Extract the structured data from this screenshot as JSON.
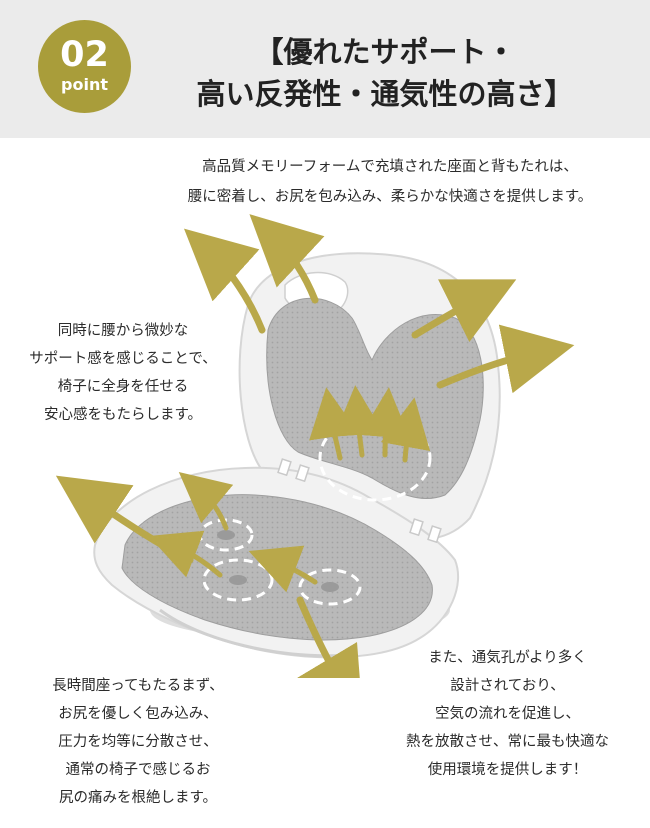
{
  "badge": {
    "number": "02",
    "label": "point"
  },
  "title": {
    "line1": "【優れたサポート・",
    "line2": "高い反発性・通気性の高さ】"
  },
  "intro": {
    "line1": "高品質メモリーフォームで充填された座面と背もたれは、",
    "line2": "腰に密着し、お尻を包み込み、柔らかな快適さを提供します。"
  },
  "left_top": {
    "line1": "同時に腰から微妙な",
    "line2": "サポート感を感じることで、",
    "line3": "椅子に全身を任せる",
    "line4": "安心感をもたらします。"
  },
  "left_bottom": {
    "line1": "長時間座ってもたるまず、",
    "line2": "お尻を優しく包み込み、",
    "line3": "圧力を均等に分散させ、",
    "line4": "通常の椅子で感じるお",
    "line5": "尻の痛みを根絶します。"
  },
  "right_bottom": {
    "line1": "また、通気孔がより多く",
    "line2": "設計されており、",
    "line3": "空気の流れを促進し、",
    "line4": "熱を放散させ、常に最も快適な",
    "line5": "使用環境を提供します！"
  },
  "colors": {
    "accent": "#a99d3a",
    "header_bg": "#ebebeb",
    "arrow": "#b9a84a",
    "shell": "#f1f1f1",
    "cushion": "#b8b8b8"
  },
  "icons": {
    "arrows": "outward-arrow-icon",
    "vent": "dashed-circle-vent-icon"
  }
}
